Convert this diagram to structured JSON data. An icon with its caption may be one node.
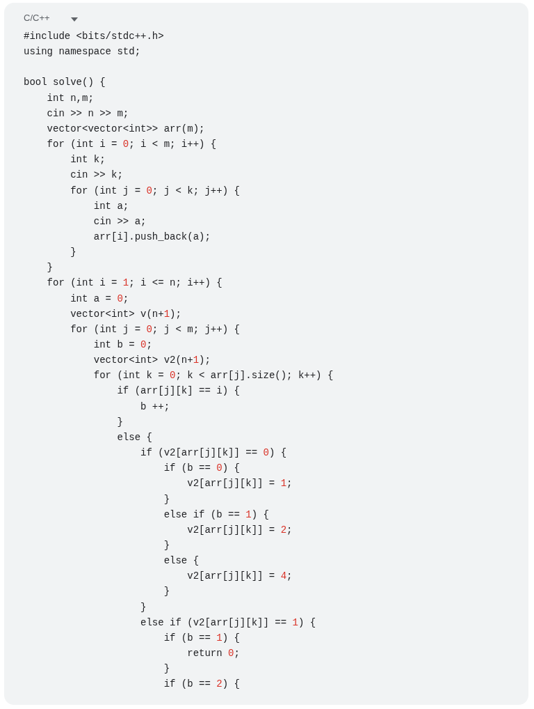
{
  "diagram": {
    "labels": [
      "C/C++",
      "#include <bits/stdc++.h>",
      "using namespace std;",
      "bool solve() {",
      "    int n,m;",
      "    cin >> n >> m;",
      "    vector<vector<int>> arr(m);",
      "    for (int i = 0; i < m; i++) {",
      "        int k;",
      "        cin >> k;",
      "        for (int j = 0; j < k; j++) {",
      "            int a;",
      "            cin >> a;",
      "            arr[i].push_back(a);",
      "        }",
      "    }",
      "    for (int i = 1; i <= n; i++) {",
      "        int a = 0;",
      "        vector<int> v(n+1);",
      "        for (int j = 0; j < m; j++) {",
      "            int b = 0;",
      "            vector<int> v2(n+1);",
      "            for (int k = 0; k < arr[j].size(); k++) {",
      "                if (arr[j][k] == i) {",
      "                    b ++;",
      "                }",
      "                else {",
      "                    if (v2[arr[j][k]] == 0) {",
      "                        if (b == 0) {",
      "                            v2[arr[j][k]] = 1;",
      "                        }",
      "                        else if (b == 1) {",
      "                            v2[arr[j][k]] = 2;",
      "                        }",
      "                        else {",
      "                            v2[arr[j][k]] = 4;",
      "                        }",
      "                    }",
      "                    else if (v2[arr[j][k]] == 1) {",
      "                        if (b == 1) {",
      "                            return 0;",
      "                        }",
      "                        if (b == 2) {"
    ]
  }
}
